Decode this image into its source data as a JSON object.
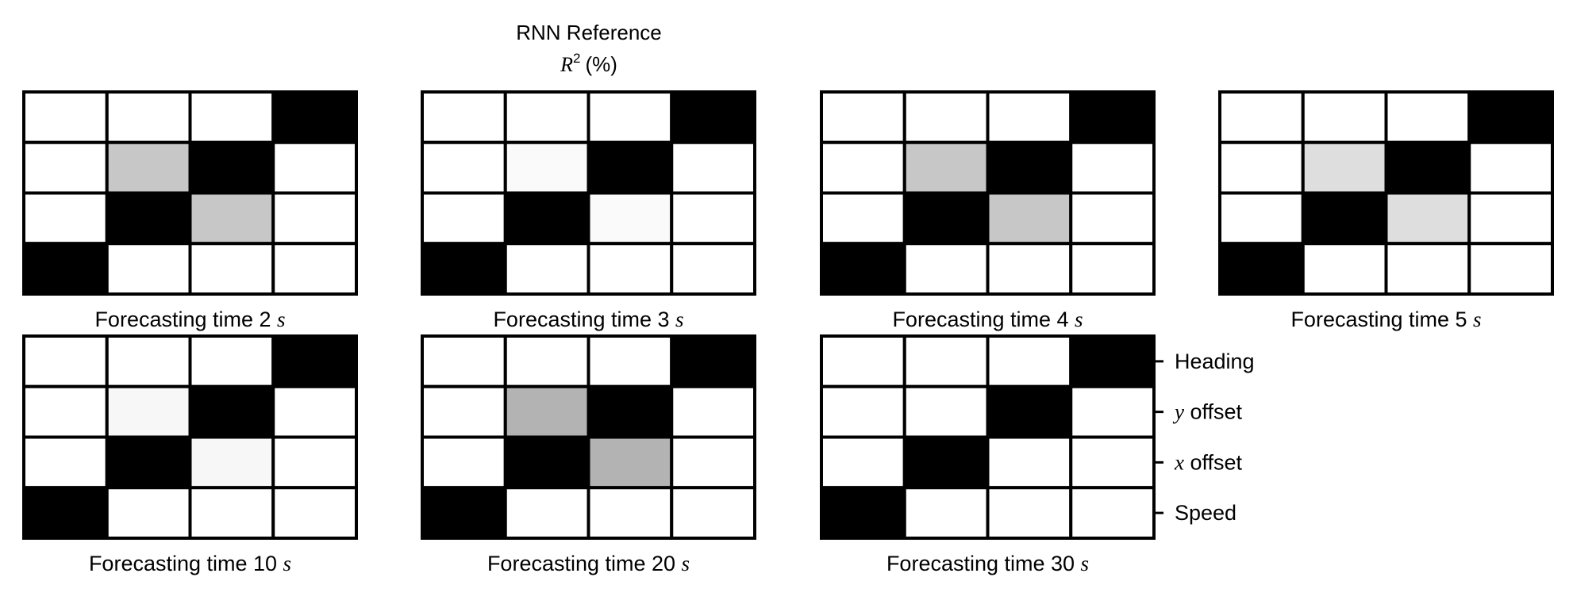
{
  "chart_data": {
    "type": "heatmap",
    "title": "RNN Reference",
    "subtitle": "R² (%)",
    "subtitle_parts": {
      "symbol": "R",
      "superscript": "2",
      "unit": "(%)"
    },
    "row_labels": [
      {
        "italic": "",
        "text": "Heading"
      },
      {
        "italic": "y",
        "text": " offset"
      },
      {
        "italic": "x",
        "text": " offset"
      },
      {
        "italic": "",
        "text": "Speed"
      }
    ],
    "colormap": "gray: white = low, black = high",
    "panels": [
      {
        "label": "Forecasting time 2",
        "unit": "s",
        "values": [
          [
            0,
            0,
            0,
            100
          ],
          [
            0,
            22,
            100,
            0
          ],
          [
            0,
            100,
            22,
            0
          ],
          [
            100,
            0,
            0,
            0
          ]
        ]
      },
      {
        "label": "Forecasting time 3",
        "unit": "s",
        "values": [
          [
            0,
            0,
            0,
            100
          ],
          [
            0,
            2,
            100,
            0
          ],
          [
            0,
            100,
            2,
            0
          ],
          [
            100,
            0,
            0,
            0
          ]
        ]
      },
      {
        "label": "Forecasting time 4",
        "unit": "s",
        "values": [
          [
            0,
            0,
            0,
            100
          ],
          [
            0,
            22,
            100,
            0
          ],
          [
            0,
            100,
            22,
            0
          ],
          [
            100,
            0,
            0,
            0
          ]
        ]
      },
      {
        "label": "Forecasting time 5",
        "unit": "s",
        "values": [
          [
            0,
            0,
            0,
            100
          ],
          [
            0,
            13,
            100,
            0
          ],
          [
            0,
            100,
            13,
            0
          ],
          [
            100,
            0,
            0,
            0
          ]
        ]
      },
      {
        "label": "Forecasting time 10",
        "unit": "s",
        "values": [
          [
            0,
            0,
            0,
            100
          ],
          [
            0,
            3,
            100,
            0
          ],
          [
            0,
            100,
            3,
            0
          ],
          [
            100,
            0,
            0,
            0
          ]
        ]
      },
      {
        "label": "Forecasting time 20",
        "unit": "s",
        "values": [
          [
            0,
            0,
            0,
            100
          ],
          [
            0,
            30,
            100,
            0
          ],
          [
            0,
            100,
            30,
            0
          ],
          [
            100,
            0,
            0,
            0
          ]
        ]
      },
      {
        "label": "Forecasting time 30",
        "unit": "s",
        "values": [
          [
            0,
            0,
            0,
            100
          ],
          [
            0,
            0,
            100,
            0
          ],
          [
            0,
            100,
            0,
            0
          ],
          [
            100,
            0,
            0,
            0
          ]
        ]
      }
    ]
  }
}
